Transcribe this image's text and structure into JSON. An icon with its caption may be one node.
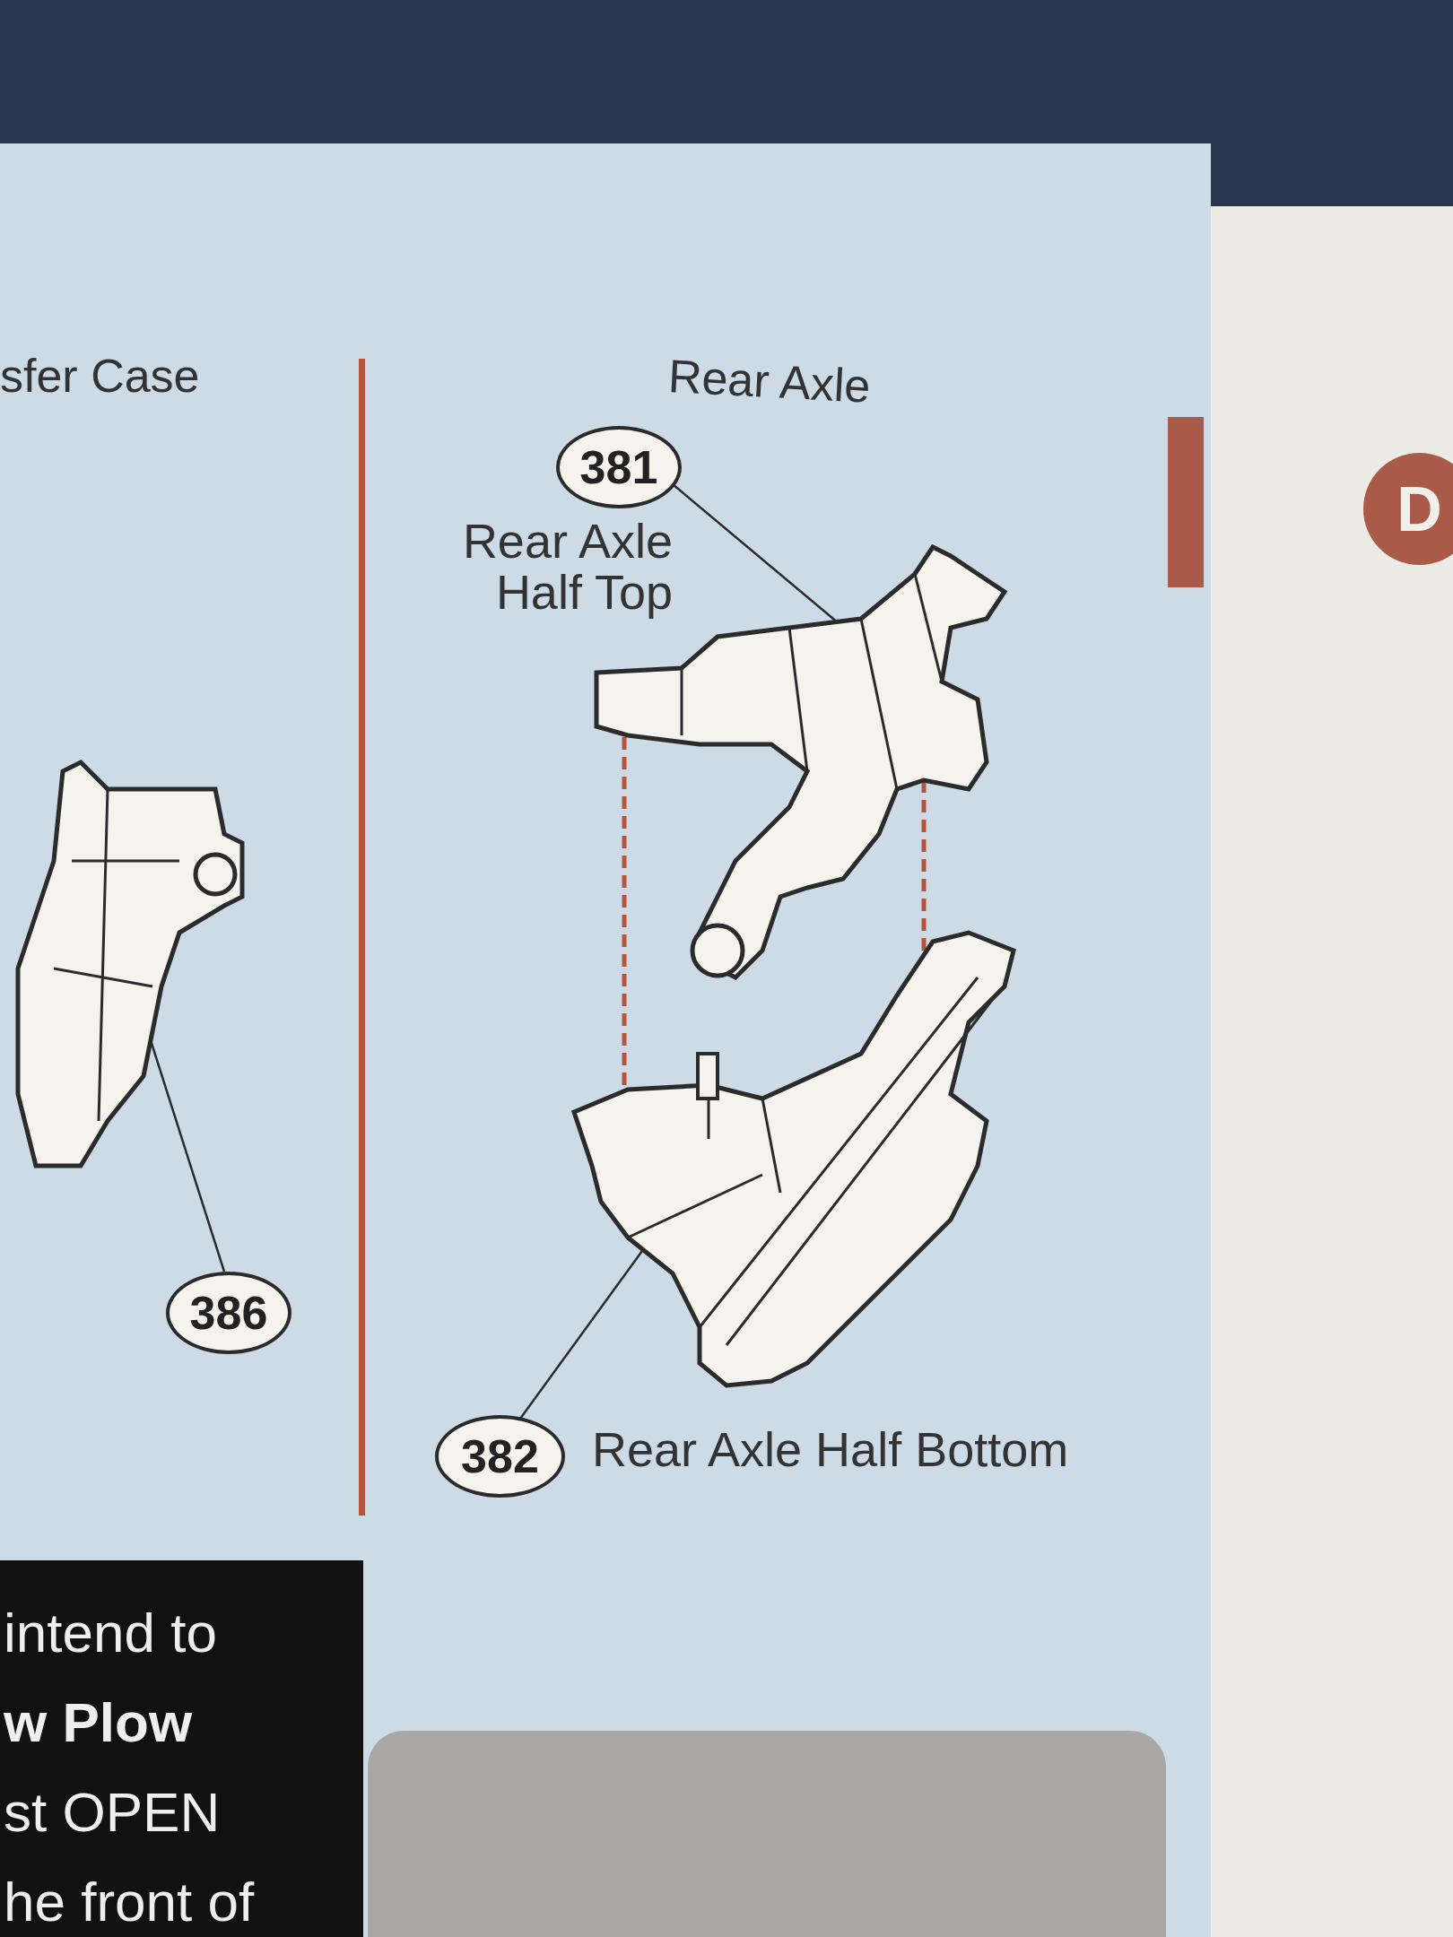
{
  "diagram": {
    "title": "Rear Axle",
    "nodes": [
      {
        "text": [
          "381"
        ],
        "beside": [
          "Rear Axle Half Top"
        ]
      },
      {
        "text": [],
        "shape": "picture"
      },
      {
        "text": [],
        "shape": "picture"
      },
      {
        "text": [
          "382"
        ],
        "beside": [
          "Rear Axle Half Bottom"
        ]
      },
      {
        "text": [],
        "shape": "picture"
      },
      {
        "text": [
          "386"
        ]
      }
    ],
    "edges": [
      {
        "from": 0,
        "to": 1,
        "arrow": "none"
      },
      {
        "from": 1,
        "to": 2,
        "arrow": "none",
        "style": "dashed",
        "color": "#b5533c"
      },
      {
        "from": 1,
        "to": 2,
        "arrow": "none",
        "style": "dashed",
        "color": "#b5533c"
      },
      {
        "from": 3,
        "to": 2,
        "arrow": "none"
      },
      {
        "from": 5,
        "to": 4,
        "arrow": "none"
      }
    ],
    "labels": [
      "sfer Case",
      "intend to",
      "w Plow",
      "st OPEN",
      "he front of",
      "D"
    ]
  }
}
